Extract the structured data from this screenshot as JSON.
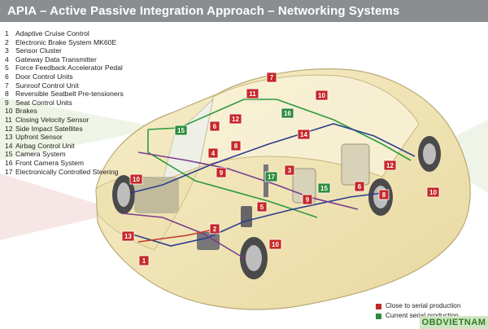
{
  "title": "APIA – Active Passive Integration Approach – Networking Systems",
  "legend": [
    {
      "num": "1",
      "text": "Adaptive Cruise Control"
    },
    {
      "num": "2",
      "text": "Electronic Brake System MK60E"
    },
    {
      "num": "3",
      "text": "Sensor Cluster"
    },
    {
      "num": "4",
      "text": "Gateway Data Transmitter"
    },
    {
      "num": "5",
      "text": "Force Feedback Accelerator Pedal"
    },
    {
      "num": "6",
      "text": "Door Control Units"
    },
    {
      "num": "7",
      "text": "Sunroof Control Unit"
    },
    {
      "num": "8",
      "text": "Reversible Seatbelt Pre-tensioners"
    },
    {
      "num": "9",
      "text": "Seat Control Units"
    },
    {
      "num": "10",
      "text": "Brakes"
    },
    {
      "num": "11",
      "text": "Closing Velocity Sensor"
    },
    {
      "num": "12",
      "text": "Side Impact Satellites"
    },
    {
      "num": "13",
      "text": "Upfront Sensor"
    },
    {
      "num": "14",
      "text": "Airbag Control Unit"
    },
    {
      "num": "15",
      "text": "Camera System"
    },
    {
      "num": "16",
      "text": "Front Camera System"
    },
    {
      "num": "17",
      "text": "Electronically Controlled Steering"
    }
  ],
  "status": {
    "red_label": "Close to serial production",
    "green_label": "Current serial production",
    "red_color": "#c62828",
    "green_color": "#2e8b3d"
  },
  "watermark": "OBDVIETNAM",
  "colors": {
    "body": "#f2e6b8",
    "wire_green": "#2e9a3e",
    "wire_navy": "#2c3d8f",
    "wire_purple": "#7a3e8f",
    "wire_red": "#c0392b",
    "title_bar": "#8b8e91"
  },
  "markers": [
    {
      "label": "7",
      "status": "red"
    },
    {
      "label": "11",
      "status": "red"
    },
    {
      "label": "10",
      "status": "red"
    },
    {
      "label": "16",
      "status": "green"
    },
    {
      "label": "15",
      "status": "green"
    },
    {
      "label": "6",
      "status": "red"
    },
    {
      "label": "12",
      "status": "red"
    },
    {
      "label": "14",
      "status": "red"
    },
    {
      "label": "4",
      "status": "red"
    },
    {
      "label": "8",
      "status": "red"
    },
    {
      "label": "3",
      "status": "red"
    },
    {
      "label": "9",
      "status": "red"
    },
    {
      "label": "17",
      "status": "green"
    },
    {
      "label": "10",
      "status": "red"
    },
    {
      "label": "5",
      "status": "red"
    },
    {
      "label": "2",
      "status": "red"
    },
    {
      "label": "13",
      "status": "red"
    },
    {
      "label": "1",
      "status": "red"
    },
    {
      "label": "10",
      "status": "red"
    },
    {
      "label": "9",
      "status": "red"
    },
    {
      "label": "15",
      "status": "green"
    },
    {
      "label": "6",
      "status": "red"
    },
    {
      "label": "8",
      "status": "red"
    },
    {
      "label": "12",
      "status": "red"
    },
    {
      "label": "10",
      "status": "red"
    }
  ]
}
